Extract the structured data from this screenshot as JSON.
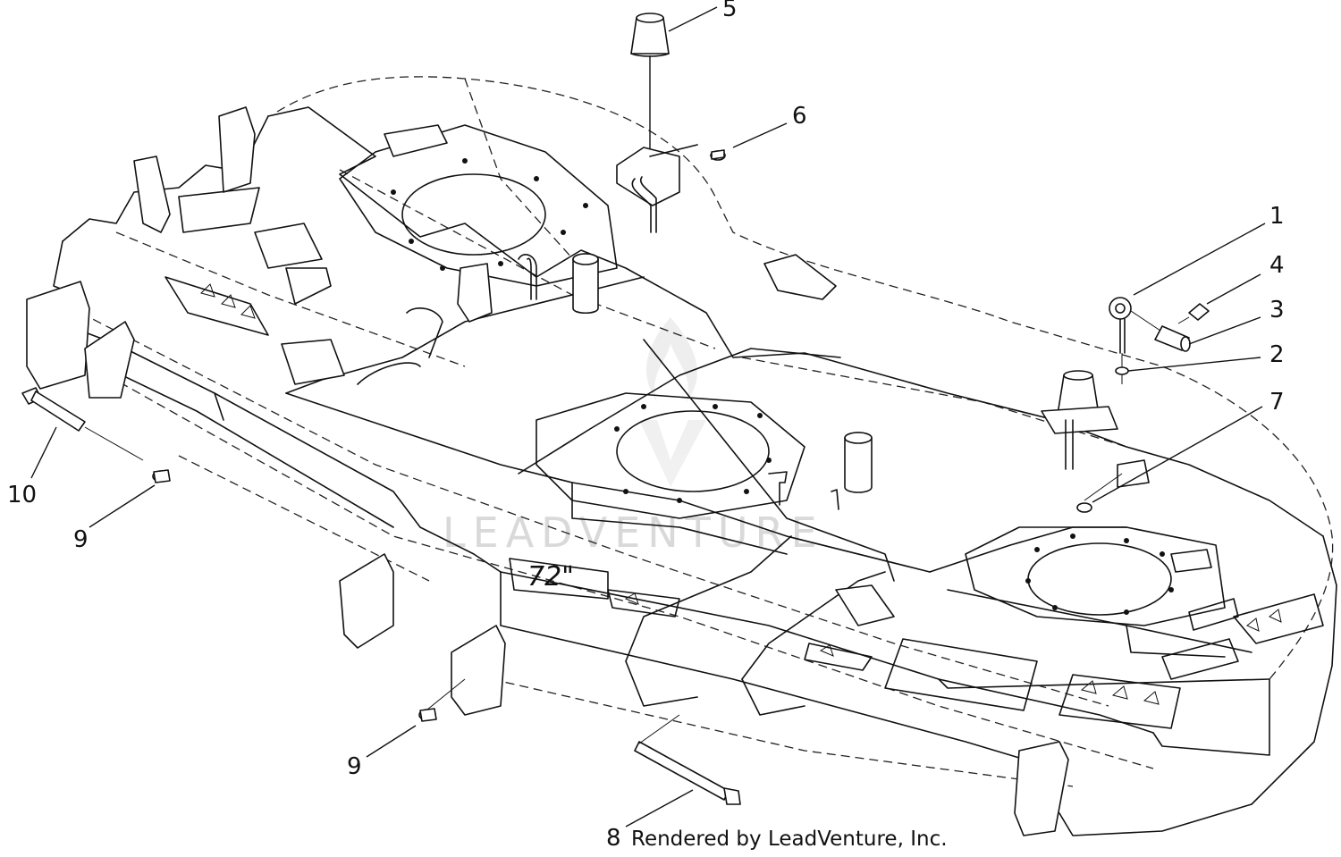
{
  "callouts": [
    {
      "id": "1",
      "label": "1"
    },
    {
      "id": "2",
      "label": "2"
    },
    {
      "id": "3",
      "label": "3"
    },
    {
      "id": "4",
      "label": "4"
    },
    {
      "id": "5",
      "label": "5"
    },
    {
      "id": "6",
      "label": "6"
    },
    {
      "id": "7",
      "label": "7"
    },
    {
      "id": "8",
      "label": "8"
    },
    {
      "id": "9a",
      "label": "9"
    },
    {
      "id": "9b",
      "label": "9"
    },
    {
      "id": "10",
      "label": "10"
    }
  ],
  "deck_decal": "72\"",
  "watermark": "LEADVENTURE",
  "credit": "Rendered by LeadVenture, Inc."
}
